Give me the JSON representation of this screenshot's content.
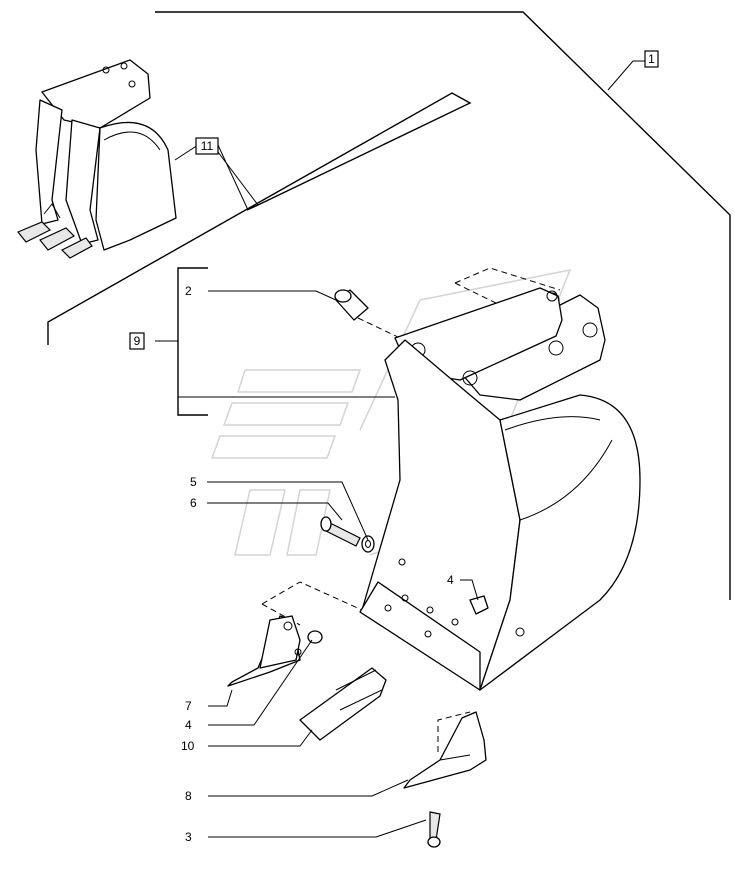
{
  "callouts": {
    "assembly": "1",
    "assembly_kit": "11",
    "bucket_group": "9"
  },
  "labels": {
    "l2": "2",
    "l5": "5",
    "l6": "6",
    "l4a": "4",
    "l7": "7",
    "l4b": "4",
    "l10": "10",
    "l8": "8",
    "l3": "3"
  }
}
